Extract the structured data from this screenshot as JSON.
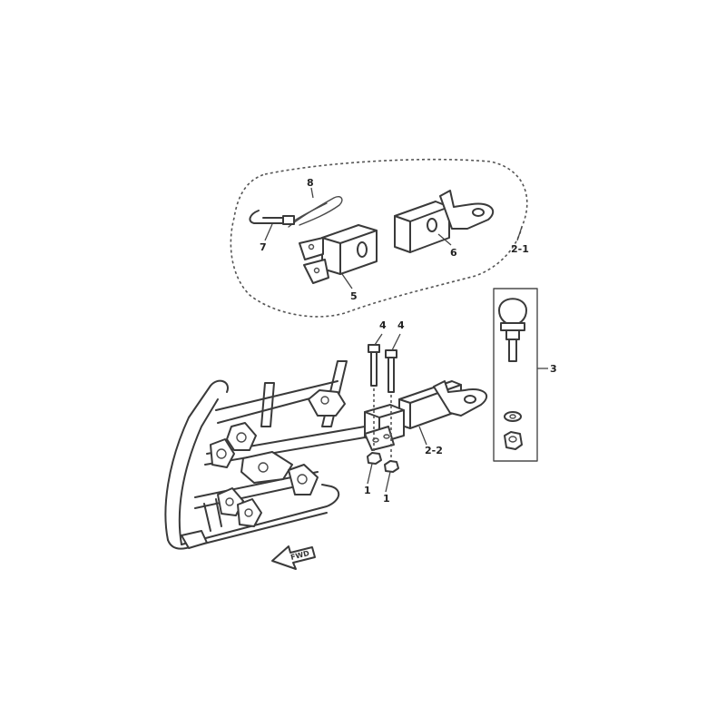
{
  "callouts": {
    "c8": "8",
    "c7": "7",
    "c5": "5",
    "c6": "6",
    "c2_1": "2-1",
    "c4a": "4",
    "c4b": "4",
    "c3": "3",
    "c2_2": "2-2",
    "c1a": "1",
    "c1b": "1"
  },
  "direction_arrow": {
    "label": "FWD"
  },
  "colors": {
    "line": "#3a3a3a",
    "background": "#ffffff"
  }
}
